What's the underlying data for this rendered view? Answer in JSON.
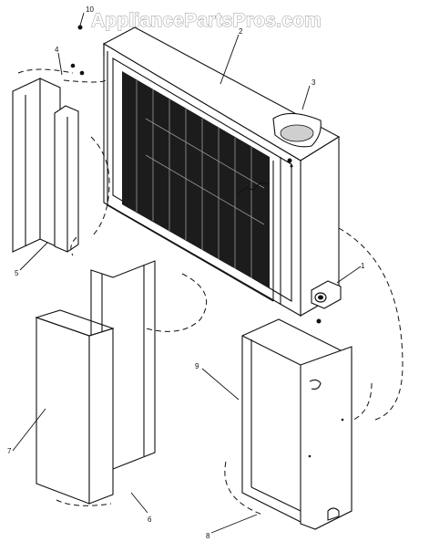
{
  "watermark": "AppliancePartsPros.com",
  "callouts": {
    "c1": "1",
    "c2": "2",
    "c3": "3",
    "c4": "4",
    "c5": "5",
    "c6": "6",
    "c7": "7",
    "c8": "8",
    "c9": "9",
    "c10": "10"
  }
}
